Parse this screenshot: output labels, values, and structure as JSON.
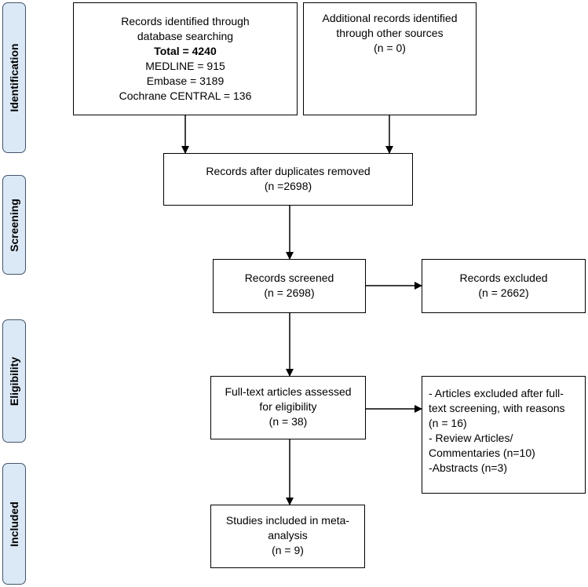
{
  "phases": {
    "identification": "Identification",
    "screening": "Screening",
    "eligibility": "Eligibility",
    "included": "Included"
  },
  "boxes": {
    "identified": {
      "line1": "Records identified through",
      "line2": "database searching",
      "total": "Total = 4240",
      "medline": "MEDLINE = 915",
      "embase": "Embase = 3189",
      "cochrane": "Cochrane CENTRAL = 136"
    },
    "additional": {
      "line1": "Additional records identified",
      "line2": "through other sources",
      "count": "(n = 0)"
    },
    "deduplicated": {
      "line1": "Records after duplicates removed",
      "count": "(n =2698)"
    },
    "screened": {
      "line1": "Records screened",
      "count": "(n = 2698)"
    },
    "excluded": {
      "line1": "Records excluded",
      "count": "(n = 2662)"
    },
    "fulltext": {
      "line1": "Full-text articles assessed",
      "line2": "for eligibility",
      "count": "(n = 38)"
    },
    "fulltext_excluded": {
      "line1": "- Articles excluded after full-",
      "line2": "text screening, with reasons",
      "line3": "(n = 16)",
      "line4": "- Review Articles/",
      "line5": "Commentaries (n=10)",
      "line6": "-Abstracts (n=3)"
    },
    "included": {
      "line1": "Studies included in meta-",
      "line2": "analysis",
      "count": "(n = 9)"
    }
  }
}
